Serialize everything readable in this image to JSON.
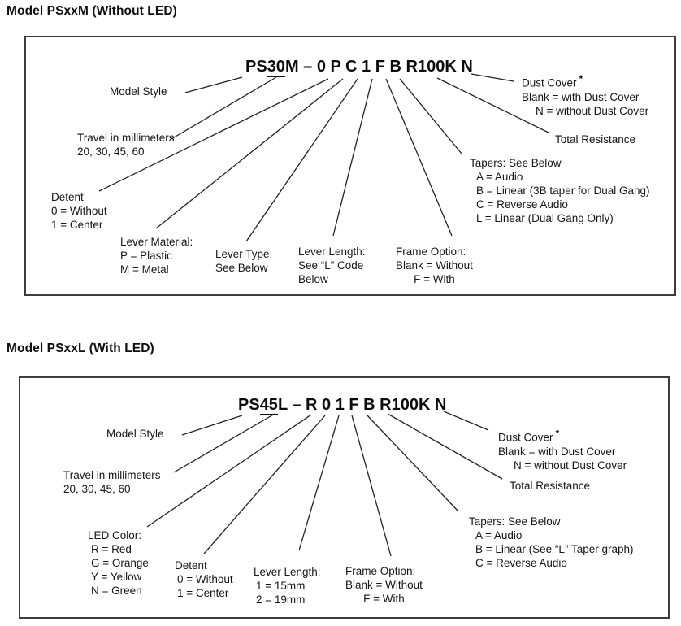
{
  "colors": {
    "background": "#ffffff",
    "text": "#151515",
    "box_border": "#3c3c3c",
    "line": "#222222"
  },
  "diagrams": [
    {
      "title": "Model PSxxM (Without LED)",
      "part_number": {
        "prefix": "PS",
        "travel": "30",
        "rest": "M – 0 P C 1 F B R100K N"
      },
      "labels": {
        "model_style": [
          "Model Style"
        ],
        "travel": [
          "Travel in millimeters",
          "20, 30, 45, 60"
        ],
        "detent": [
          "Detent",
          "0 = Without",
          "1 = Center"
        ],
        "lever_material": [
          "Lever Material:",
          "P = Plastic",
          "M = Metal"
        ],
        "lever_type": [
          "Lever Type:",
          "See Below"
        ],
        "lever_length": [
          "Lever Length:",
          "See “L” Code",
          "Below"
        ],
        "frame_option": [
          "Frame Option:",
          "Blank = Without",
          "F = With"
        ],
        "tapers": [
          "Tapers: See Below",
          "A = Audio",
          "B = Linear (3B taper for Dual Gang)",
          "C = Reverse Audio",
          "L = Linear (Dual Gang Only)"
        ],
        "total_resistance": [
          "Total Resistance"
        ],
        "dust_cover": {
          "heading": "Dust Cover",
          "asterisk": "*",
          "options": [
            "Blank = with Dust Cover",
            "N = without Dust Cover"
          ]
        }
      }
    },
    {
      "title": "Model PSxxL (With LED)",
      "part_number": {
        "prefix": "PS",
        "travel": "45",
        "rest": "L – R 0 1 F B R100K N"
      },
      "labels": {
        "model_style": [
          "Model Style"
        ],
        "travel": [
          "Travel in millimeters",
          "20, 30, 45, 60"
        ],
        "led_color": [
          "LED Color:",
          "R = Red",
          "G = Orange",
          "Y = Yellow",
          "N = Green"
        ],
        "detent": [
          "Detent",
          "0 = Without",
          "1 = Center"
        ],
        "lever_length": [
          "Lever Length:",
          "1 = 15mm",
          "2 = 19mm"
        ],
        "frame_option": [
          "Frame Option:",
          "Blank = Without",
          "F = With"
        ],
        "tapers": [
          "Tapers: See Below",
          "A = Audio",
          "B = Linear (See “L” Taper graph)",
          "C = Reverse Audio"
        ],
        "total_resistance": [
          "Total Resistance"
        ],
        "dust_cover": {
          "heading": "Dust Cover",
          "asterisk": "*",
          "options": [
            "Blank = with Dust Cover",
            "N = without Dust Cover"
          ]
        }
      }
    }
  ]
}
